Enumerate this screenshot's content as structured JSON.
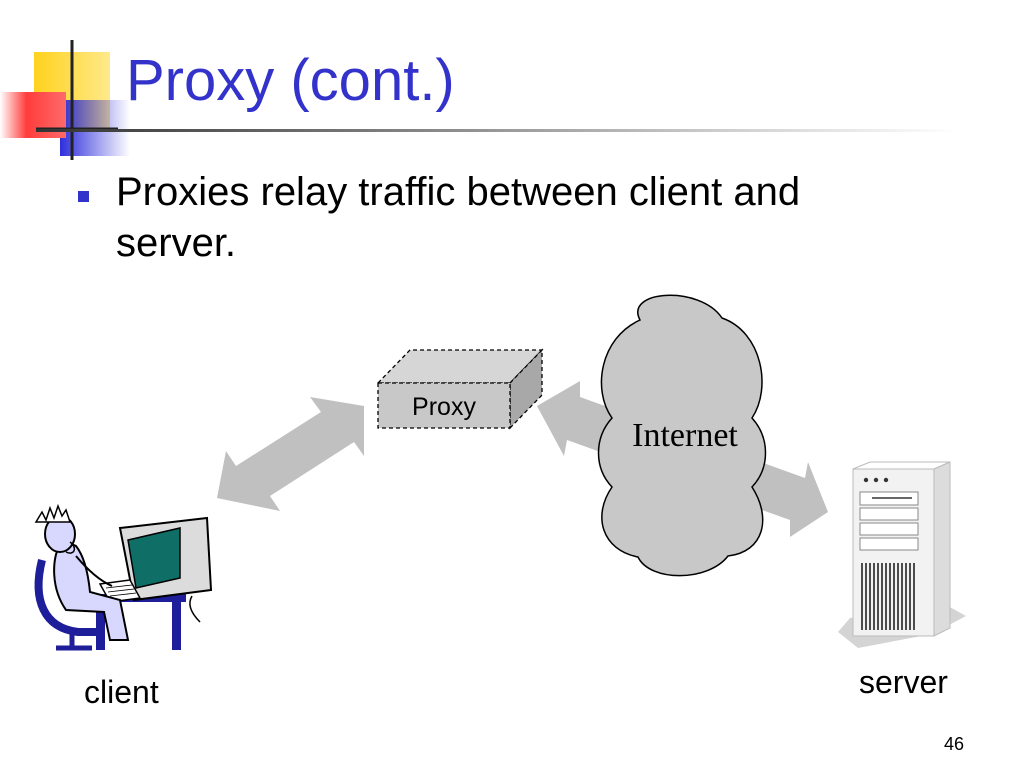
{
  "slide": {
    "title": "Proxy (cont.)",
    "bullets": [
      "Proxies relay traffic between client and server."
    ],
    "page_number": "46"
  },
  "diagram": {
    "nodes": {
      "proxy": "Proxy",
      "internet": "Internet",
      "client": "client",
      "server": "server"
    },
    "connections": [
      {
        "from": "client",
        "to": "proxy",
        "style": "double-headed arrow"
      },
      {
        "from": "proxy",
        "to": "server",
        "via": "Internet",
        "style": "double-headed arrow"
      }
    ]
  },
  "colors": {
    "title": "#3333cc",
    "bullet": "#3333cc",
    "arrow": "#c0c0c0",
    "cloud": "#c8c8c8",
    "proxy_box": "#c8c8c8",
    "logo_yellow": "#ffd21e",
    "logo_blue": "#2e2edc",
    "logo_red": "#ff3c3c"
  }
}
